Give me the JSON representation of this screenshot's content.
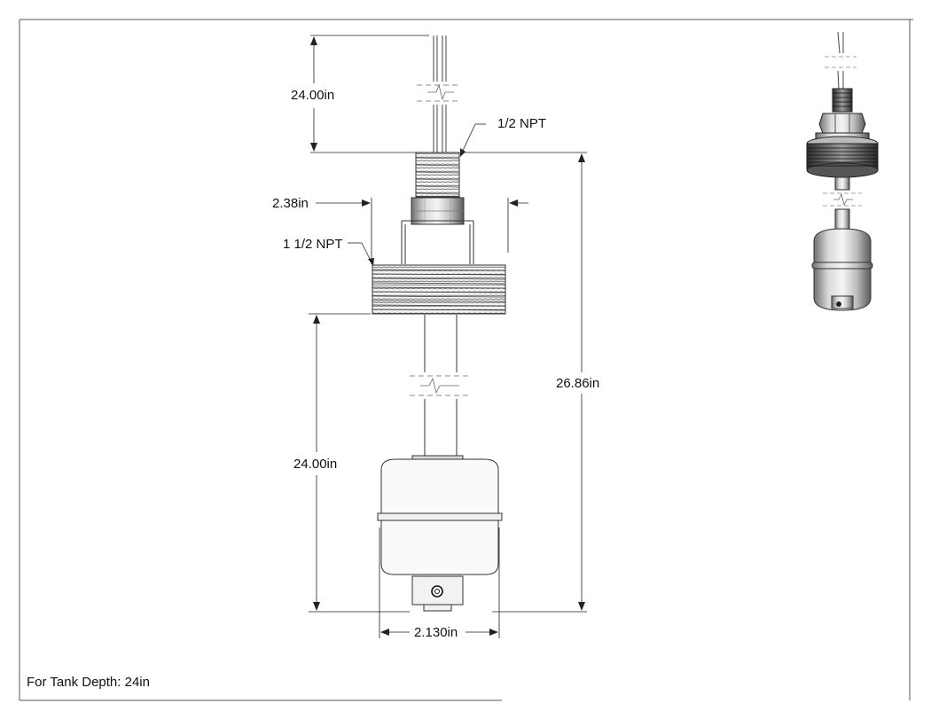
{
  "dimensions": {
    "cable_length": "24.00in",
    "top_thread": "1/2 NPT",
    "hex_width": "2.38in",
    "mount_thread": "1 1/2 NPT",
    "stem_length": "24.00in",
    "overall_length": "26.86in",
    "float_diameter": "2.130in"
  },
  "note": "For Tank Depth: 24in"
}
